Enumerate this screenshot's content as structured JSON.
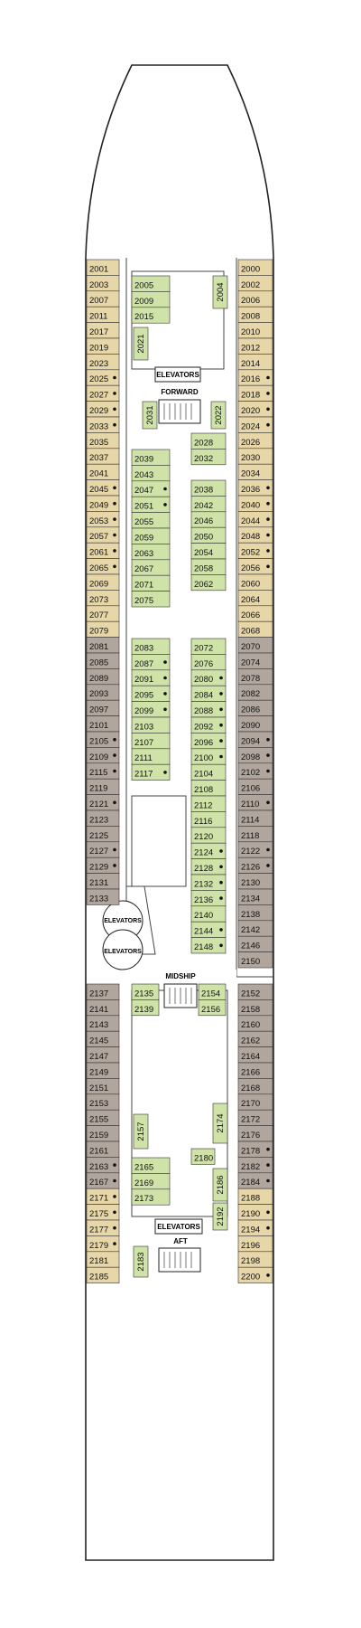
{
  "colors": {
    "tan": "#e6d6a8",
    "taupe": "#b1a69d",
    "green": "#cfe2a8",
    "outline": "#333333",
    "text": "#111111"
  },
  "labels": {
    "elevators": "ELEVATORS",
    "forward": "FORWARD",
    "midship": "MIDSHIP",
    "aft": "AFT"
  },
  "cabins": {
    "left_outer": [
      {
        "n": "2001",
        "c": "tan"
      },
      {
        "n": "2003",
        "c": "tan"
      },
      {
        "n": "2007",
        "c": "tan"
      },
      {
        "n": "2011",
        "c": "tan"
      },
      {
        "n": "2017",
        "c": "tan"
      },
      {
        "n": "2019",
        "c": "tan"
      },
      {
        "n": "2023",
        "c": "tan"
      },
      {
        "n": "2025",
        "c": "tan",
        "dot": true
      },
      {
        "n": "2027",
        "c": "tan",
        "dot": true
      },
      {
        "n": "2029",
        "c": "tan",
        "dot": true
      },
      {
        "n": "2033",
        "c": "tan",
        "dot": true
      },
      {
        "n": "2035",
        "c": "tan"
      },
      {
        "n": "2037",
        "c": "tan"
      },
      {
        "n": "2041",
        "c": "tan"
      },
      {
        "n": "2045",
        "c": "tan",
        "dot": true
      },
      {
        "n": "2049",
        "c": "tan",
        "dot": true
      },
      {
        "n": "2053",
        "c": "tan",
        "dot": true
      },
      {
        "n": "2057",
        "c": "tan",
        "dot": true
      },
      {
        "n": "2061",
        "c": "tan",
        "dot": true
      },
      {
        "n": "2065",
        "c": "tan",
        "dot": true
      },
      {
        "n": "2069",
        "c": "tan"
      },
      {
        "n": "2073",
        "c": "tan"
      },
      {
        "n": "2077",
        "c": "tan"
      },
      {
        "n": "2079",
        "c": "tan"
      },
      {
        "n": "2081",
        "c": "taupe"
      },
      {
        "n": "2085",
        "c": "taupe"
      },
      {
        "n": "2089",
        "c": "taupe"
      },
      {
        "n": "2093",
        "c": "taupe"
      },
      {
        "n": "2097",
        "c": "taupe"
      },
      {
        "n": "2101",
        "c": "taupe"
      },
      {
        "n": "2105",
        "c": "taupe",
        "dot": true
      },
      {
        "n": "2109",
        "c": "taupe",
        "dot": true
      },
      {
        "n": "2115",
        "c": "taupe",
        "dot": true
      },
      {
        "n": "2119",
        "c": "taupe"
      },
      {
        "n": "2121",
        "c": "taupe",
        "dot": true
      },
      {
        "n": "2123",
        "c": "taupe"
      },
      {
        "n": "2125",
        "c": "taupe"
      },
      {
        "n": "2127",
        "c": "taupe",
        "dot": true
      },
      {
        "n": "2129",
        "c": "taupe",
        "dot": true
      },
      {
        "n": "2131",
        "c": "taupe"
      },
      {
        "n": "2133",
        "c": "taupe"
      }
    ],
    "left_outer_aft": [
      {
        "n": "2137",
        "c": "taupe"
      },
      {
        "n": "2141",
        "c": "taupe"
      },
      {
        "n": "2143",
        "c": "taupe"
      },
      {
        "n": "2145",
        "c": "taupe"
      },
      {
        "n": "2147",
        "c": "taupe"
      },
      {
        "n": "2149",
        "c": "taupe"
      },
      {
        "n": "2151",
        "c": "taupe"
      },
      {
        "n": "2153",
        "c": "taupe"
      },
      {
        "n": "2155",
        "c": "taupe"
      },
      {
        "n": "2159",
        "c": "taupe"
      },
      {
        "n": "2161",
        "c": "taupe"
      },
      {
        "n": "2163",
        "c": "taupe",
        "dot": true
      },
      {
        "n": "2167",
        "c": "taupe",
        "dot": true
      },
      {
        "n": "2171",
        "c": "tan",
        "dot": true
      },
      {
        "n": "2175",
        "c": "tan",
        "dot": true
      },
      {
        "n": "2177",
        "c": "tan",
        "dot": true
      },
      {
        "n": "2179",
        "c": "tan",
        "dot": true
      },
      {
        "n": "2181",
        "c": "tan"
      },
      {
        "n": "2185",
        "c": "tan"
      }
    ],
    "right_outer": [
      {
        "n": "2000",
        "c": "tan"
      },
      {
        "n": "2002",
        "c": "tan"
      },
      {
        "n": "2006",
        "c": "tan"
      },
      {
        "n": "2008",
        "c": "tan"
      },
      {
        "n": "2010",
        "c": "tan"
      },
      {
        "n": "2012",
        "c": "tan"
      },
      {
        "n": "2014",
        "c": "tan"
      },
      {
        "n": "2016",
        "c": "tan",
        "dot": true
      },
      {
        "n": "2018",
        "c": "tan",
        "dot": true
      },
      {
        "n": "2020",
        "c": "tan",
        "dot": true
      },
      {
        "n": "2024",
        "c": "tan",
        "dot": true
      },
      {
        "n": "2026",
        "c": "tan"
      },
      {
        "n": "2030",
        "c": "tan"
      },
      {
        "n": "2034",
        "c": "tan"
      },
      {
        "n": "2036",
        "c": "tan",
        "dot": true
      },
      {
        "n": "2040",
        "c": "tan",
        "dot": true
      },
      {
        "n": "2044",
        "c": "tan",
        "dot": true
      },
      {
        "n": "2048",
        "c": "tan",
        "dot": true
      },
      {
        "n": "2052",
        "c": "tan",
        "dot": true
      },
      {
        "n": "2056",
        "c": "tan",
        "dot": true
      },
      {
        "n": "2060",
        "c": "tan"
      },
      {
        "n": "2064",
        "c": "tan"
      },
      {
        "n": "2066",
        "c": "tan"
      },
      {
        "n": "2068",
        "c": "tan"
      },
      {
        "n": "2070",
        "c": "taupe"
      },
      {
        "n": "2074",
        "c": "taupe"
      },
      {
        "n": "2078",
        "c": "taupe"
      },
      {
        "n": "2082",
        "c": "taupe"
      },
      {
        "n": "2086",
        "c": "taupe"
      },
      {
        "n": "2090",
        "c": "taupe"
      },
      {
        "n": "2094",
        "c": "taupe",
        "dot": true
      },
      {
        "n": "2098",
        "c": "taupe",
        "dot": true
      },
      {
        "n": "2102",
        "c": "taupe",
        "dot": true
      },
      {
        "n": "2106",
        "c": "taupe"
      },
      {
        "n": "2110",
        "c": "taupe",
        "dot": true
      },
      {
        "n": "2114",
        "c": "taupe"
      },
      {
        "n": "2118",
        "c": "taupe"
      },
      {
        "n": "2122",
        "c": "taupe",
        "dot": true
      },
      {
        "n": "2126",
        "c": "taupe",
        "dot": true
      },
      {
        "n": "2130",
        "c": "taupe"
      },
      {
        "n": "2134",
        "c": "taupe"
      },
      {
        "n": "2138",
        "c": "taupe"
      },
      {
        "n": "2142",
        "c": "taupe"
      },
      {
        "n": "2146",
        "c": "taupe"
      },
      {
        "n": "2150",
        "c": "taupe"
      }
    ],
    "right_outer_aft": [
      {
        "n": "2152",
        "c": "taupe"
      },
      {
        "n": "2158",
        "c": "taupe"
      },
      {
        "n": "2160",
        "c": "taupe"
      },
      {
        "n": "2162",
        "c": "taupe"
      },
      {
        "n": "2164",
        "c": "taupe"
      },
      {
        "n": "2166",
        "c": "taupe"
      },
      {
        "n": "2168",
        "c": "taupe"
      },
      {
        "n": "2170",
        "c": "taupe"
      },
      {
        "n": "2172",
        "c": "taupe"
      },
      {
        "n": "2176",
        "c": "taupe"
      },
      {
        "n": "2178",
        "c": "taupe",
        "dot": true
      },
      {
        "n": "2182",
        "c": "taupe",
        "dot": true
      },
      {
        "n": "2184",
        "c": "taupe",
        "dot": true
      },
      {
        "n": "2188",
        "c": "tan"
      },
      {
        "n": "2190",
        "c": "tan",
        "dot": true
      },
      {
        "n": "2194",
        "c": "tan",
        "dot": true
      },
      {
        "n": "2196",
        "c": "tan"
      },
      {
        "n": "2198",
        "c": "tan"
      },
      {
        "n": "2200",
        "c": "tan",
        "dot": true
      }
    ],
    "left_inner_fwd": [
      {
        "n": "2005"
      },
      {
        "n": "2009"
      },
      {
        "n": "2015"
      }
    ],
    "left_inner_mid": [
      {
        "n": "2039"
      },
      {
        "n": "2043"
      },
      {
        "n": "2047",
        "dot": true
      },
      {
        "n": "2051",
        "dot": true
      },
      {
        "n": "2055"
      },
      {
        "n": "2059"
      },
      {
        "n": "2063"
      },
      {
        "n": "2067"
      },
      {
        "n": "2071"
      },
      {
        "n": "2075"
      }
    ],
    "left_inner_mid2": [
      {
        "n": "2083"
      },
      {
        "n": "2087",
        "dot": true
      },
      {
        "n": "2091",
        "dot": true
      },
      {
        "n": "2095",
        "dot": true
      },
      {
        "n": "2099",
        "dot": true
      },
      {
        "n": "2103"
      },
      {
        "n": "2107"
      },
      {
        "n": "2111"
      },
      {
        "n": "2117",
        "dot": true
      }
    ],
    "right_inner_fwd": [
      {
        "n": "2028"
      },
      {
        "n": "2032"
      }
    ],
    "right_inner_mid": [
      {
        "n": "2038"
      },
      {
        "n": "2042"
      },
      {
        "n": "2046"
      },
      {
        "n": "2050"
      },
      {
        "n": "2054"
      },
      {
        "n": "2058"
      },
      {
        "n": "2062"
      }
    ],
    "right_inner_mid2": [
      {
        "n": "2072"
      },
      {
        "n": "2076"
      },
      {
        "n": "2080",
        "dot": true
      },
      {
        "n": "2084",
        "dot": true
      },
      {
        "n": "2088",
        "dot": true
      },
      {
        "n": "2092",
        "dot": true
      },
      {
        "n": "2096",
        "dot": true
      },
      {
        "n": "2100",
        "dot": true
      },
      {
        "n": "2104"
      },
      {
        "n": "2108"
      },
      {
        "n": "2112"
      },
      {
        "n": "2116"
      },
      {
        "n": "2120"
      },
      {
        "n": "2124",
        "dot": true
      },
      {
        "n": "2128",
        "dot": true
      },
      {
        "n": "2132",
        "dot": true
      },
      {
        "n": "2136",
        "dot": true
      },
      {
        "n": "2140"
      },
      {
        "n": "2144",
        "dot": true
      },
      {
        "n": "2148",
        "dot": true
      }
    ],
    "mid_left": [
      {
        "n": "2135"
      },
      {
        "n": "2139"
      }
    ],
    "mid_right": [
      {
        "n": "2154"
      },
      {
        "n": "2156"
      }
    ],
    "aft_left": [
      {
        "n": "2165"
      },
      {
        "n": "2169"
      },
      {
        "n": "2173"
      }
    ],
    "aft_right": [
      {
        "n": "2180"
      }
    ],
    "vertical": [
      {
        "n": "2004"
      },
      {
        "n": "2021"
      },
      {
        "n": "2031"
      },
      {
        "n": "2022"
      },
      {
        "n": "2157"
      },
      {
        "n": "2174"
      },
      {
        "n": "2186"
      },
      {
        "n": "2192"
      },
      {
        "n": "2183"
      }
    ]
  }
}
